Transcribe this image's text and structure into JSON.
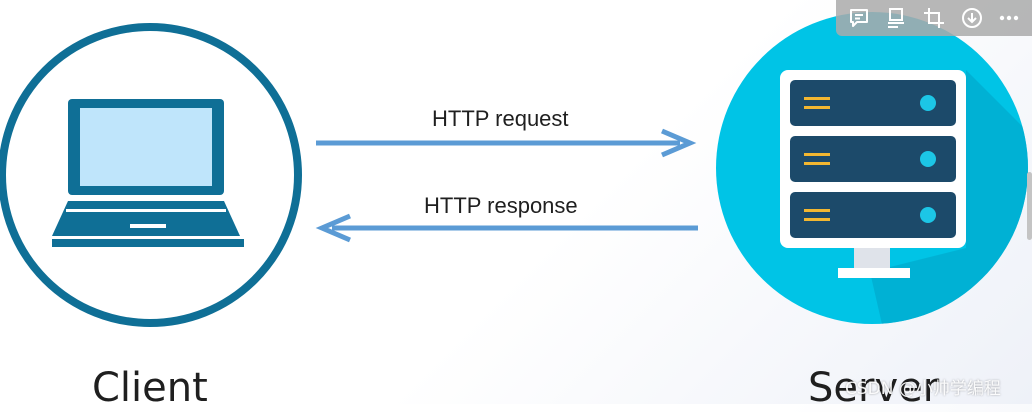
{
  "client": {
    "label": "Client",
    "ring_color": "#0f6f96",
    "laptop_color": "#0f6f96",
    "screen_color": "#bfe5fb",
    "icon": "laptop-icon"
  },
  "server": {
    "label": "Server",
    "circle_color": "#00c4e6",
    "rack_color": "#1c4a6a",
    "led_color": "#1cc6e6",
    "slot_color": "#f2b731",
    "icon": "server-rack-icon"
  },
  "request": {
    "label": "HTTP request",
    "direction": "client-to-server"
  },
  "response": {
    "label": "HTTP response",
    "direction": "server-to-client"
  },
  "arrow_color": "#5b9bd5",
  "toolbar": {
    "buttons": [
      {
        "name": "comment-icon"
      },
      {
        "name": "outline-icon"
      },
      {
        "name": "crop-icon"
      },
      {
        "name": "download-icon"
      },
      {
        "name": "more-icon"
      }
    ]
  },
  "watermark": "CSDN @小帅学编程"
}
